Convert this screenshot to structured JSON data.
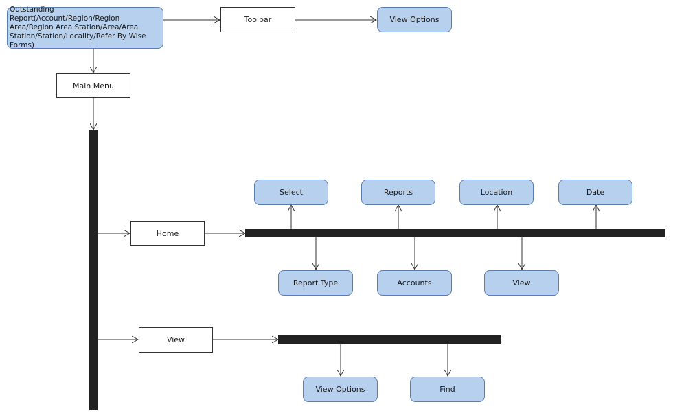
{
  "nodes": {
    "root": "Outstanding Report(Account/Region/Region Area/Region Area Station/Area/Area Station/Station/Locality/Refer By Wise Forms)",
    "toolbar": "Toolbar",
    "view_options_top": "View Options",
    "main_menu": "Main Menu",
    "home": "Home",
    "select": "Select",
    "reports": "Reports",
    "location": "Location",
    "date": "Date",
    "report_type": "Report Type",
    "accounts": "Accounts",
    "view_home": "View",
    "view": "View",
    "view_options_bottom": "View Options",
    "find": "Find"
  },
  "colors": {
    "pill_fill": "#b7d0ee",
    "pill_border": "#5b7fb3",
    "bar": "#222222",
    "line": "#333333"
  }
}
